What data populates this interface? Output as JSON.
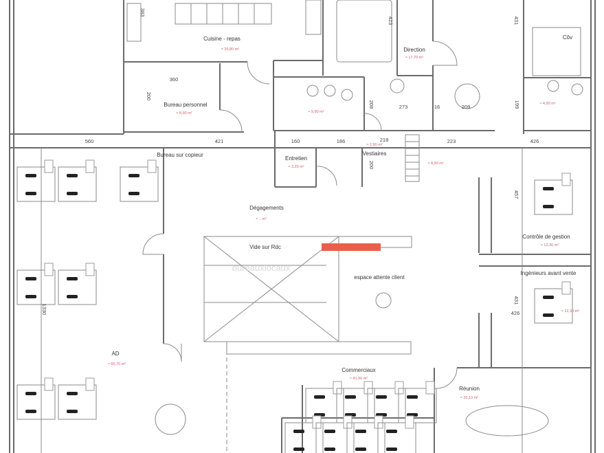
{
  "plan": {
    "rooms": [
      {
        "name": "Cuisine - repas",
        "area": "≈ 26,80 m²"
      },
      {
        "name": "Direction",
        "area": "≈ 17,70 m²"
      },
      {
        "name": "Côv",
        "area": ""
      },
      {
        "name": "Bureau personnel",
        "area": "≈ 8,90 m²"
      },
      {
        "name": "",
        "area": "≈ 9,90 m²"
      },
      {
        "name": "",
        "area": "≈ 4,90 m²"
      },
      {
        "name": "Entretien",
        "area": "≈ 3,20 m²"
      },
      {
        "name": "Bureau sur copieur",
        "area": ""
      },
      {
        "name": "Vestiaires",
        "area": "≈ 2,90 m²"
      },
      {
        "name": "",
        "area": "≈ 4,30 m²"
      },
      {
        "name": "Dégagements",
        "area": "≈ .. m²"
      },
      {
        "name": "Vide sur Rdc",
        "area": ""
      },
      {
        "name": "espace attente client",
        "area": ""
      },
      {
        "name": "Contrôle de gestion",
        "area": "≈ 12,30 m²"
      },
      {
        "name": "Ingénieurs avant vente",
        "area": "≈ 12,30 m²"
      },
      {
        "name": "AD",
        "area": "≈ 66,70 m²"
      },
      {
        "name": "Commerciaux",
        "area": "≈ 41,90 m²"
      },
      {
        "name": "Réunion",
        "area": "≈ 20,10 m²"
      }
    ],
    "dimensions": [
      "383",
      "360",
      "200",
      "423",
      "431",
      "208",
      "273",
      "16",
      "209",
      "199",
      "560",
      "421",
      "160",
      "186",
      "218",
      "223",
      "426",
      "200",
      "457",
      "431",
      "426",
      "1330"
    ],
    "watermark": "bureauxlocaux",
    "accent_color": "#e8604a"
  }
}
